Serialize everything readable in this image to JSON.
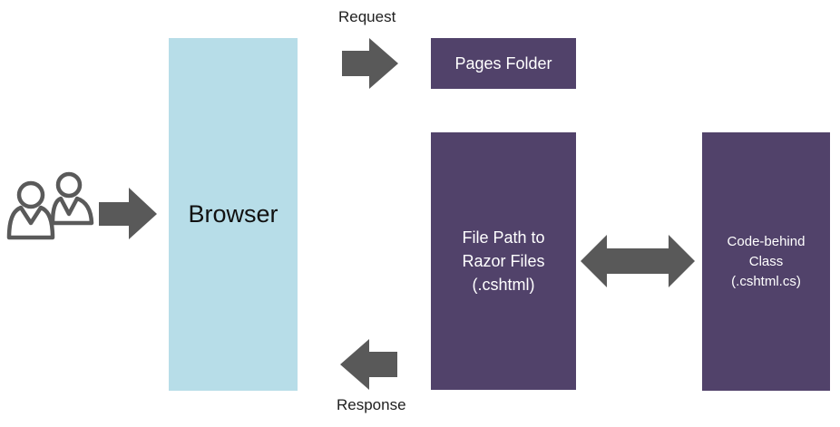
{
  "diagram": {
    "request_label": "Request",
    "response_label": "Response",
    "browser_label": "Browser",
    "pages_folder_label": "Pages Folder",
    "file_path_lines": [
      "File Path to",
      "Razor Files",
      "(.cshtml)"
    ],
    "code_behind_lines": [
      "Code-behind",
      "Class",
      "(.cshtml.cs)"
    ]
  },
  "icons": {
    "users": "users-icon",
    "arrow_right": "arrow-right-icon",
    "arrow_left": "arrow-left-icon",
    "arrow_bidirectional": "double-arrow-icon"
  },
  "colors": {
    "browser_fill": "#b7dde8",
    "box_fill": "#51426a",
    "arrow_fill": "#595959",
    "icon_stroke": "#5a5a5a"
  }
}
